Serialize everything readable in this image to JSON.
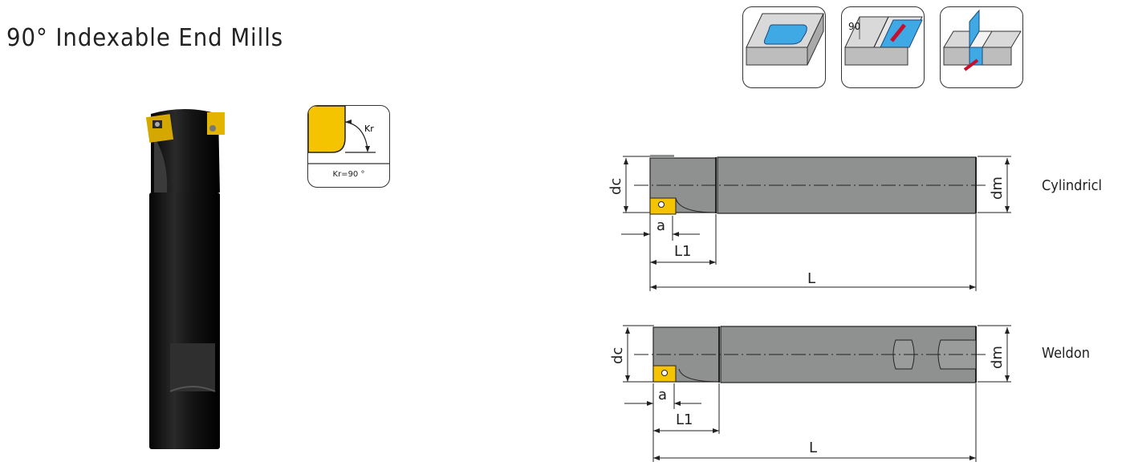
{
  "page": {
    "title": "90° Indexable End Mills"
  },
  "kr_symbol": {
    "angle_label": "Kr",
    "caption": "Kr=90 °"
  },
  "application_icons": [
    {
      "name": "pocket-milling-icon"
    },
    {
      "name": "shoulder-milling-icon",
      "angle_label": "90"
    },
    {
      "name": "slot-milling-icon"
    }
  ],
  "drawings": {
    "cylindrical": {
      "type_label": "Cylindricl",
      "dims": {
        "dc": "dc",
        "dm": "dm",
        "a": "a",
        "L1": "L1",
        "L": "L"
      }
    },
    "weldon": {
      "type_label": "Weldon",
      "dims": {
        "dc": "dc",
        "dm": "dm",
        "a": "a",
        "L1": "L1",
        "L": "L"
      }
    }
  },
  "colors": {
    "insert_gold": "#f5c400",
    "tool_body": "#1a1a1a",
    "drawing_gray": "#8f9191",
    "icon_blue": "#3fa9e6",
    "cut_red": "#c8102e"
  }
}
